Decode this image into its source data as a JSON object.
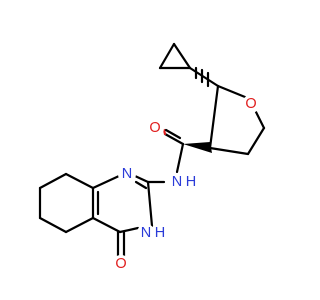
{
  "molecule": {
    "atoms": {
      "ring_oxygen": "O",
      "carbonyl_oxygen": "O",
      "amide_nitrogen": "N",
      "amide_hydrogen": "H",
      "ring_nitrogen_top": "N",
      "ring_nitrogen_nh": "N",
      "ring_nh_hydrogen": "H",
      "keto_oxygen": "O"
    },
    "colors": {
      "bond": "#000000",
      "oxygen": "#e01e1e",
      "nitrogen": "#2a3bd8",
      "background": "#ffffff"
    }
  }
}
